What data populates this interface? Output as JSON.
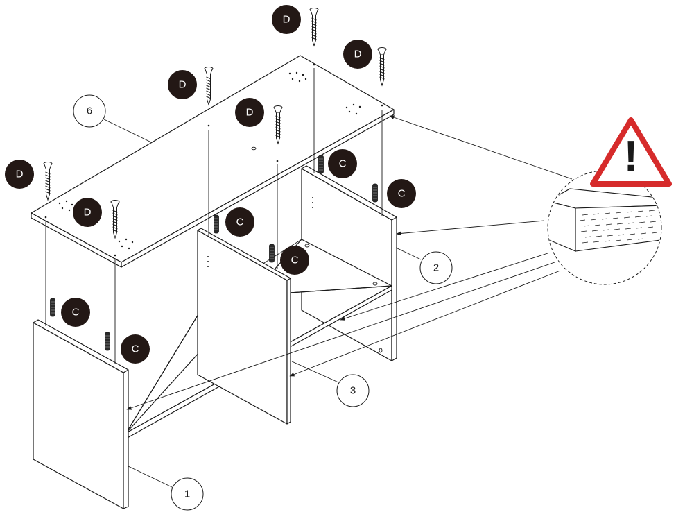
{
  "parts": {
    "part_1": "1",
    "part_2": "2",
    "part_3": "3",
    "part_6": "6"
  },
  "fasteners": {
    "screw_label": "D",
    "dowel_label": "C"
  },
  "warning": {
    "icon": "warning-triangle-icon",
    "symbol": "!",
    "color": "#d62b2b"
  },
  "colors": {
    "badge_fill": "#231815",
    "line": "#1a1a1a"
  }
}
